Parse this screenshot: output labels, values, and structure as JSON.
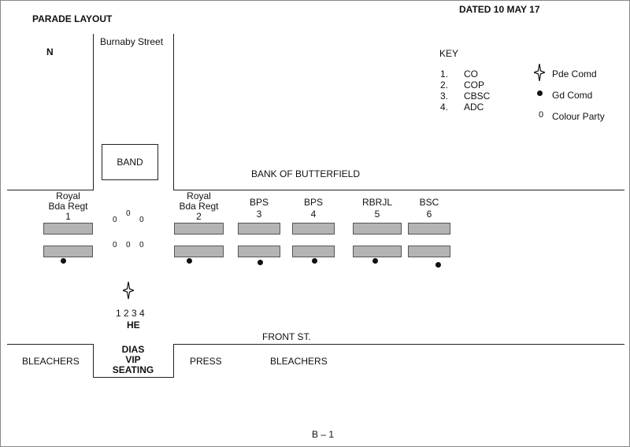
{
  "title": "PARADE LAYOUT",
  "dated": "DATED 10 MAY 17",
  "north": "N",
  "streets": {
    "burnaby": "Burnaby Street",
    "front": "FRONT ST.",
    "bank": "BANK OF BUTTERFIELD"
  },
  "band": "BAND",
  "key": {
    "title": "KEY",
    "items": [
      {
        "n": "1.",
        "label": "CO"
      },
      {
        "n": "2.",
        "label": "COP"
      },
      {
        "n": "3.",
        "label": "CBSC"
      },
      {
        "n": "4.",
        "label": "ADC"
      }
    ],
    "symbols": {
      "pde": "Pde Comd",
      "gd": "Gd Comd",
      "colour": "Colour Party",
      "colour_glyph": "0"
    }
  },
  "units": [
    {
      "name1": "Royal",
      "name2": "Bda Regt",
      "num": "1"
    },
    {
      "name1": "Royal",
      "name2": "Bda Regt",
      "num": "2"
    },
    {
      "name1": "",
      "name2": "BPS",
      "num": "3"
    },
    {
      "name1": "",
      "name2": "BPS",
      "num": "4"
    },
    {
      "name1": "",
      "name2": "RBRJL",
      "num": "5"
    },
    {
      "name1": "",
      "name2": "BSC",
      "num": "6"
    }
  ],
  "colour_party": [
    "0",
    "0",
    "0",
    "0",
    "0",
    "0"
  ],
  "he_numbers": "1 2 3 4",
  "he": "HE",
  "bottom": {
    "bleachers_left": "BLEACHERS",
    "dias1": "DIAS",
    "dias2": "VIP",
    "dias3": "SEATING",
    "press": "PRESS",
    "bleachers_right": "BLEACHERS"
  },
  "page_number": "B – 1"
}
